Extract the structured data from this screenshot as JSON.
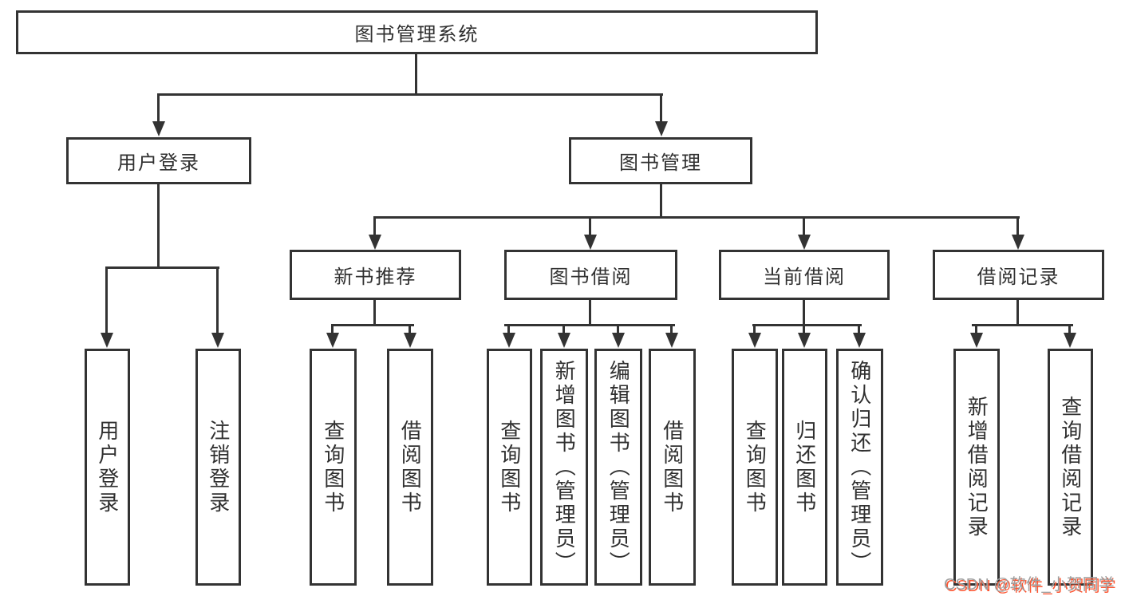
{
  "diagram": {
    "root": {
      "label": "图书管理系统"
    },
    "level1": [
      {
        "label": "用户登录"
      },
      {
        "label": "图书管理"
      }
    ],
    "level2": [
      {
        "label": "新书推荐"
      },
      {
        "label": "图书借阅"
      },
      {
        "label": "当前借阅"
      },
      {
        "label": "借阅记录"
      }
    ],
    "leaves": {
      "user_login": [
        {
          "label": "用户登录"
        },
        {
          "label": "注销登录"
        }
      ],
      "new_book": [
        {
          "label": "查询图书"
        },
        {
          "label": "借阅图书"
        }
      ],
      "book_borrow": [
        {
          "label": "查询图书"
        },
        {
          "label": "新增图书（管理员）"
        },
        {
          "label": "编辑图书（管理员）"
        },
        {
          "label": "借阅图书"
        }
      ],
      "current_borrow": [
        {
          "label": "查询图书"
        },
        {
          "label": "归还图书"
        },
        {
          "label": "确认归还（管理员）"
        }
      ],
      "borrow_record": [
        {
          "label": "新增借阅记录"
        },
        {
          "label": "查询借阅记录"
        }
      ]
    }
  },
  "watermark": {
    "text": "CSDN @软件_小贺同学"
  },
  "colors": {
    "line": "#333333",
    "text": "#303030",
    "background": "#ffffff",
    "watermark_gray": "#9e9e9e",
    "watermark_red": "#fc5531"
  }
}
